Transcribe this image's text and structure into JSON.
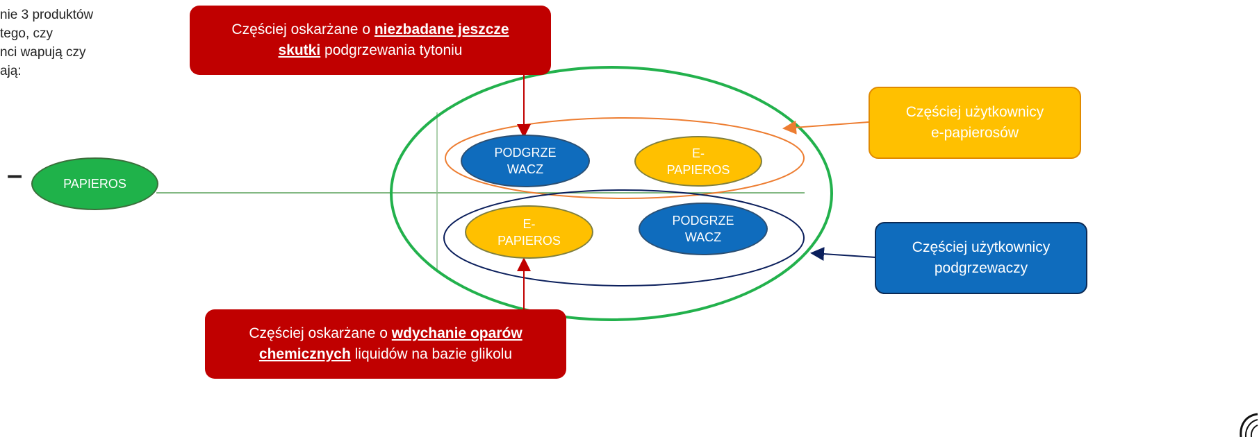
{
  "intro_text": "nie 3 produktów\ntego, czy\nnci wapują czy\nają:",
  "dash": "–",
  "ovals": {
    "papieros": "PAPIEROS",
    "podgrzewacz_top": "PODGRZE\nWACZ",
    "epapieros_top": "E-\nPAPIEROS",
    "epapieros_bottom": "E-\nPAPIEROS",
    "podgrzewacz_bottom": "PODGRZE\nWACZ"
  },
  "callouts": {
    "heated_tobacco": {
      "before": "Częściej oskarżane o ",
      "bold": "niezbadane jeszcze skutki",
      "after": " podgrzewania tytoniu"
    },
    "vapor": {
      "before": "Częściej oskarżane o ",
      "bold": "wdychanie oparów chemicznych",
      "after": " liquidów na bazie glikolu"
    },
    "ecig_users": "Częściej użytkownicy\ne-papierosów",
    "heater_users": "Częściej użytkownicy\npodgrzewaczy"
  },
  "colors": {
    "red": "#c00000",
    "yellow": "#ffc000",
    "blue": "#0f6cbd",
    "green": "#1fb24a",
    "orange_line": "#ed7d31",
    "navy_line": "#0b1f5c"
  }
}
